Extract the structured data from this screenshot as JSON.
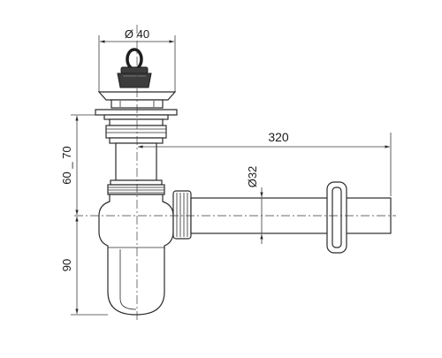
{
  "dimensions": {
    "stopper_diameter": "Ø 40",
    "outlet_length": "320",
    "pipe_diameter": "Ø32",
    "height_range": "60 _ 70",
    "trap_depth": "90"
  },
  "colors": {
    "line": "#2b2b2b",
    "stopper_fill": "#3d3d3d",
    "background": "#ffffff"
  }
}
